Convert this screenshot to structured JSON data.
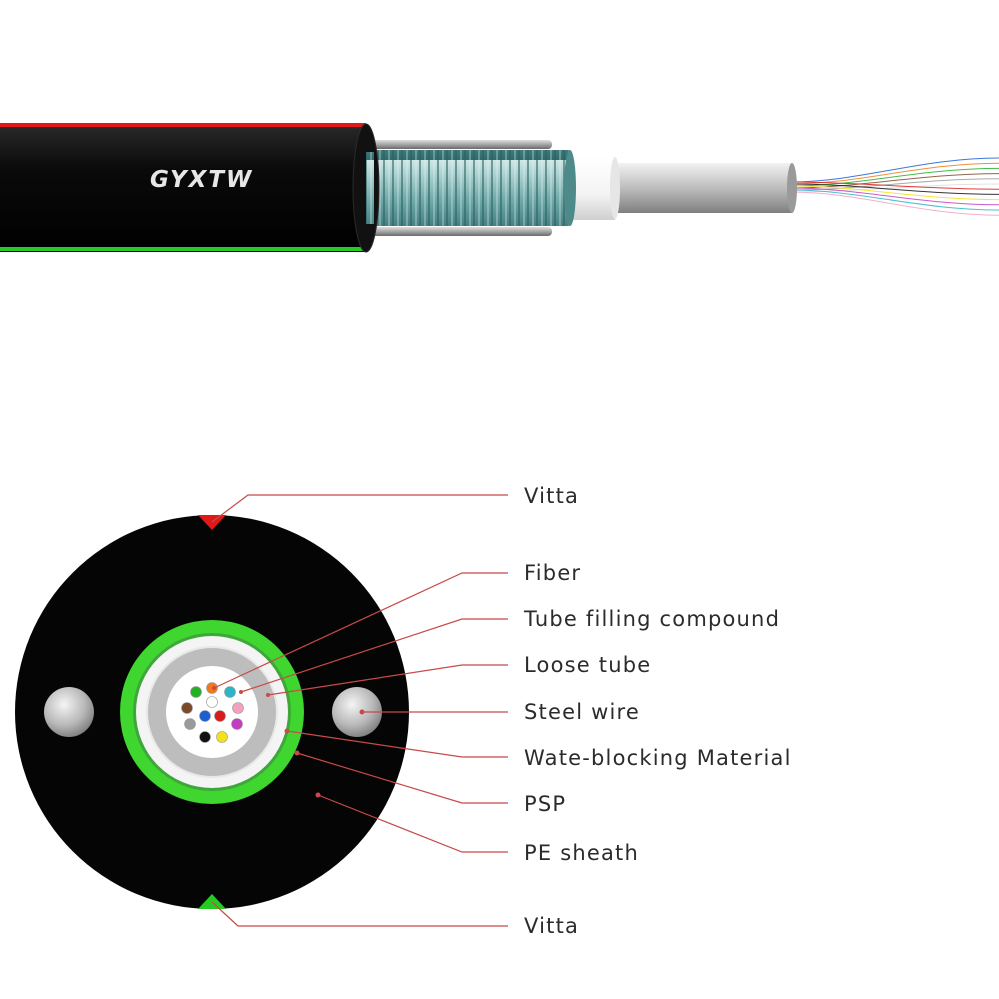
{
  "cable": {
    "brand_text": "GYXTW"
  },
  "labels": {
    "vitta_top": "Vitta",
    "fiber": "Fiber",
    "tube_filling_compound": "Tube filling compound",
    "loose_tube": "Loose tube",
    "steel_wire": "Steel wire",
    "water_blocking": "Wate-blocking Material",
    "psp": "PSP",
    "pe_sheath": "PE sheath",
    "vitta_bottom": "Vitta"
  },
  "colors": {
    "sheath": "#050505",
    "vitta_top": "#e01818",
    "vitta_bottom": "#22cc22",
    "psp_ring": "#3ed62f",
    "leader_line": "#c84a4a",
    "fiber_colors": [
      "#1b5fd1",
      "#f07a1a",
      "#25b025",
      "#7b4a2a",
      "#9a9a9a",
      "#ffffff",
      "#d81b1b",
      "#111111",
      "#f2e21a",
      "#c23dc2",
      "#2ab5c8",
      "#f4a0c0"
    ]
  }
}
